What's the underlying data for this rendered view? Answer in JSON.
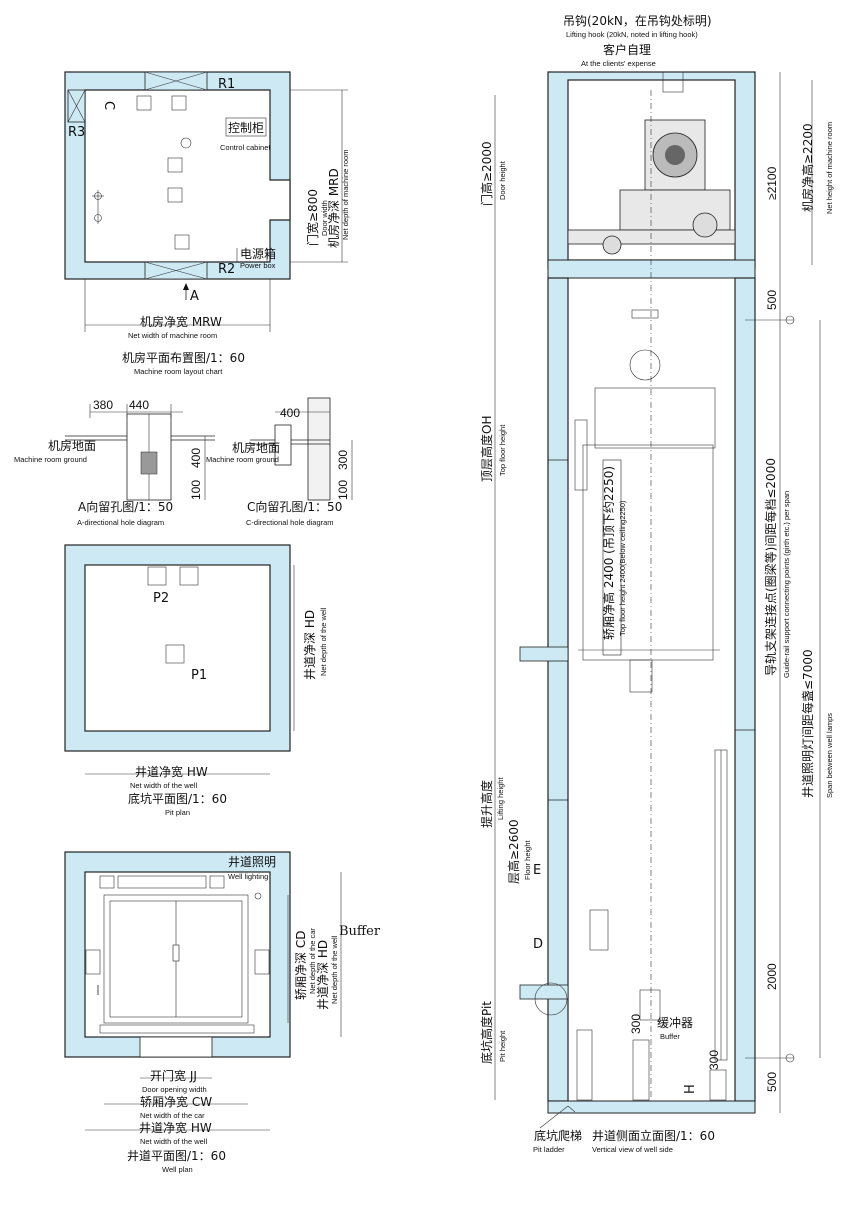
{
  "machine_room": {
    "marks": {
      "r1": "R1",
      "r2": "R2",
      "r3": "R3",
      "c": "C",
      "a": "A"
    },
    "control_cabinet_cn": "控制柜",
    "control_cabinet_en": "Control cabinet",
    "door_width_cn": "门宽≥800",
    "door_width_en": "Door width",
    "power_box_cn": "电源箱",
    "power_box_en": "Power box",
    "mrd_cn": "机房净深 MRD",
    "mrd_en": "Net depth of machine room",
    "mrw_cn": "机房净宽 MRW",
    "mrw_en": "Net width of machine room",
    "title_cn": "机房平面布置图/1：60",
    "title_en": "Machine room layout chart"
  },
  "hole_a": {
    "dim1": "380",
    "dim2": "440",
    "dim3": "400",
    "dim4": "100",
    "ground_cn": "机房地面",
    "ground_en": "Machine room ground",
    "title_cn": "A向留孔图/1：50",
    "title_en": "A-directional hole diagram"
  },
  "hole_c": {
    "dim1": "400",
    "dim2": "300",
    "dim3": "100",
    "ground_cn": "机房地面",
    "ground_en": "Machine room ground",
    "title_cn": "C向留孔图/1：50",
    "title_en": "C-directional hole diagram"
  },
  "pit_plan": {
    "p1": "P1",
    "p2": "P2",
    "hd_cn": "井道净深 HD",
    "hd_en": "Net depth of the well",
    "hw_cn": "井道净宽 HW",
    "hw_en": "Net width of the well",
    "title_cn": "底坑平面图/1：60",
    "title_en": "Pit plan"
  },
  "well_plan": {
    "lighting_cn": "井道照明",
    "lighting_en": "Well lighting",
    "buffer_en": "Buffer",
    "cd_cn": "轿厢净深 CD",
    "cd_en": "Net depth of the car",
    "hd_cn": "井道净深 HD",
    "hd_en": "Net depth of the well",
    "jj_cn": "开门宽 JJ",
    "jj_en": "Door opening width",
    "cw_cn": "轿厢净宽 CW",
    "cw_en": "Net width of the car",
    "hw_cn": "井道净宽 HW",
    "hw_en": "Net width of the well",
    "title_cn": "井道平面图/1：60",
    "title_en": "Well plan"
  },
  "elevation": {
    "hook_cn": "吊钩(20kN，在吊钩处标明)",
    "hook_en": "Lifting hook (20kN, noted in lifting hook)",
    "client_cn": "客户自理",
    "client_en": "At the clients'   expense",
    "door_height_cn": "门高≥2000",
    "door_height_en": "Door height",
    "dim_2100": "≥2100",
    "mr_height_cn": "机房净高≥2200",
    "mr_height_en": "Net height of machine room",
    "dim_500_top": "500",
    "oh_cn": "顶层高度OH",
    "oh_en": "Top floor height",
    "car_height_cn": "轿厢净高 2400 (吊顶下约2250)",
    "car_height_en": "Top floor height 2400(Below ceiling2250)",
    "guide_cn": "导轨支架连接点(圈梁等)间距每档≤2000",
    "guide_en": "Guide-rail support connecting points (girth etc.) per span",
    "lamps_cn": "井道照明灯间距每盏≤7000",
    "lamps_en": "Span between well lamps",
    "lifting_cn": "提升高度",
    "lifting_en": "Lifting height",
    "floor_cn": "层高≥2600",
    "floor_en": "Floor height",
    "e": "E",
    "d": "D",
    "dim_2000": "2000",
    "pit_cn": "底坑高度Pit",
    "pit_en": "Pit height",
    "dim_300a": "300",
    "dim_300b": "300",
    "buffer_cn": "缓冲器",
    "buffer_en": "Buffer",
    "h": "H",
    "dim_500_bottom": "500",
    "ladder_cn": "底坑爬梯",
    "ladder_en": "Pit ladder",
    "title_cn": "井道侧面立面图/1：60",
    "title_en": "Vertical view of well side"
  }
}
